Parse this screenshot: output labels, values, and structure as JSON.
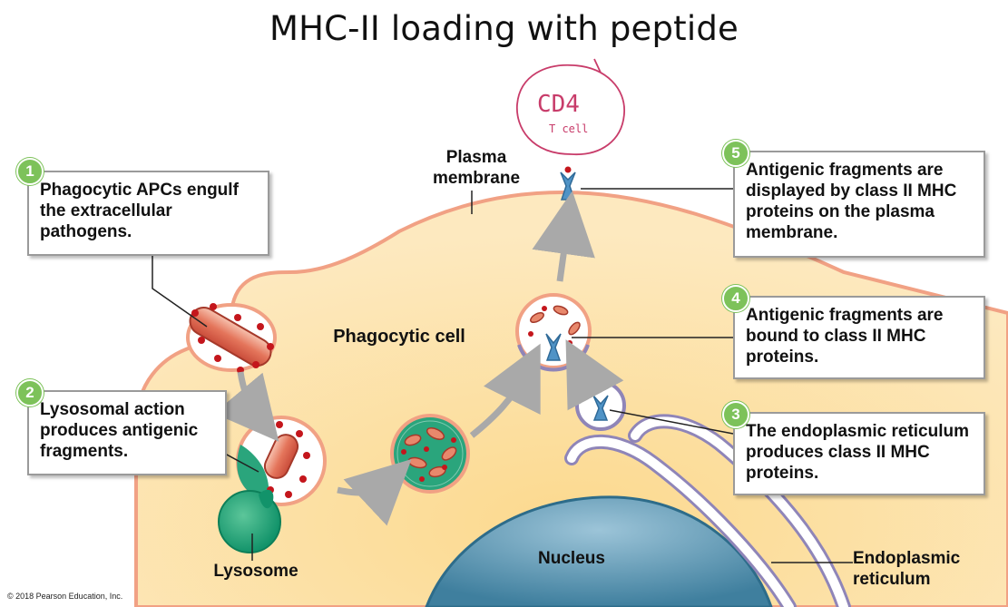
{
  "title": "MHC-II loading with peptide",
  "steps": [
    {
      "number": "1",
      "text": "Phagocytic APCs engulf the extracellular pathogens."
    },
    {
      "number": "2",
      "text": "Lysosomal action produces antigenic fragments."
    },
    {
      "number": "3",
      "text": "The endoplasmic reticulum produces class II MHC proteins."
    },
    {
      "number": "4",
      "text": "Antigenic fragments are bound to class II MHC proteins."
    },
    {
      "number": "5",
      "text": "Antigenic fragments are displayed by class II MHC proteins on the plasma membrane."
    }
  ],
  "labels": {
    "plasma_membrane": "Plasma membrane",
    "phagocytic_cell": "Phagocytic cell",
    "lysosome": "Lysosome",
    "nucleus": "Nucleus",
    "endoplasmic_reticulum": "Endoplasmic reticulum"
  },
  "annotation": {
    "line1": "CD4",
    "line2": "T cell"
  },
  "copyright": "© 2018 Pearson Education, Inc.",
  "colors": {
    "cytoplasm": "#fde2a6",
    "membrane": "#f3a98a",
    "step_badge": "#7dc25a",
    "lysosome": "#1fa37a",
    "mhc_protein": "#4f93c6",
    "nucleus": "#3f7f9e",
    "er": "#8f85b8",
    "handwriting": "#c83c6a"
  }
}
